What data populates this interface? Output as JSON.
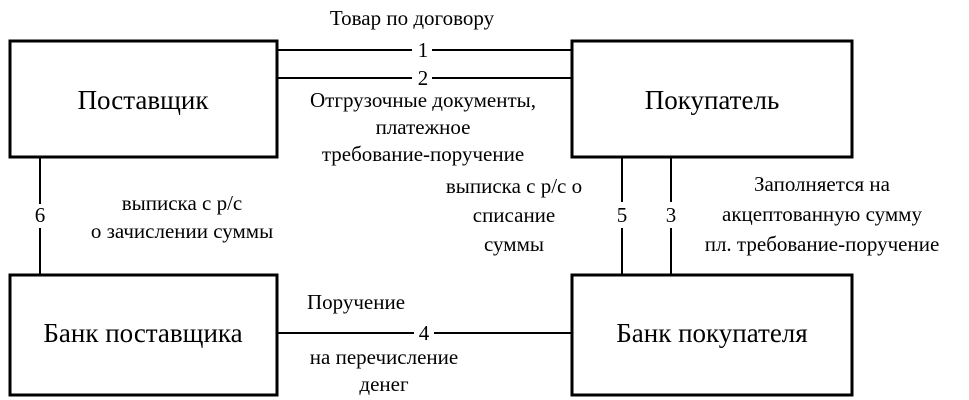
{
  "nodes": {
    "supplier": "Поставщик",
    "buyer": "Покупатель",
    "supplier_bank": "Банк поставщика",
    "buyer_bank": "Банк покупателя"
  },
  "edges": {
    "goods": {
      "number": "1",
      "label": "Товар по договору"
    },
    "documents": {
      "number": "2",
      "label_lines": [
        "Отгрузочные документы,",
        "платежное",
        "требование-поручение"
      ]
    },
    "acceptance": {
      "number": "3",
      "label_lines": [
        "Заполняется на",
        "акцептованную сумму",
        "пл. требование-поручение"
      ]
    },
    "transfer_order": {
      "number": "4",
      "label_top": "Поручение",
      "label_bottom_lines": [
        "на перечисление",
        "денег"
      ]
    },
    "debit_statement": {
      "number": "5",
      "label_lines": [
        "выписка с р/с о",
        "списание",
        "суммы"
      ]
    },
    "credit_statement": {
      "number": "6",
      "label_lines": [
        "выписка с р/с",
        "о зачислении суммы"
      ]
    }
  }
}
